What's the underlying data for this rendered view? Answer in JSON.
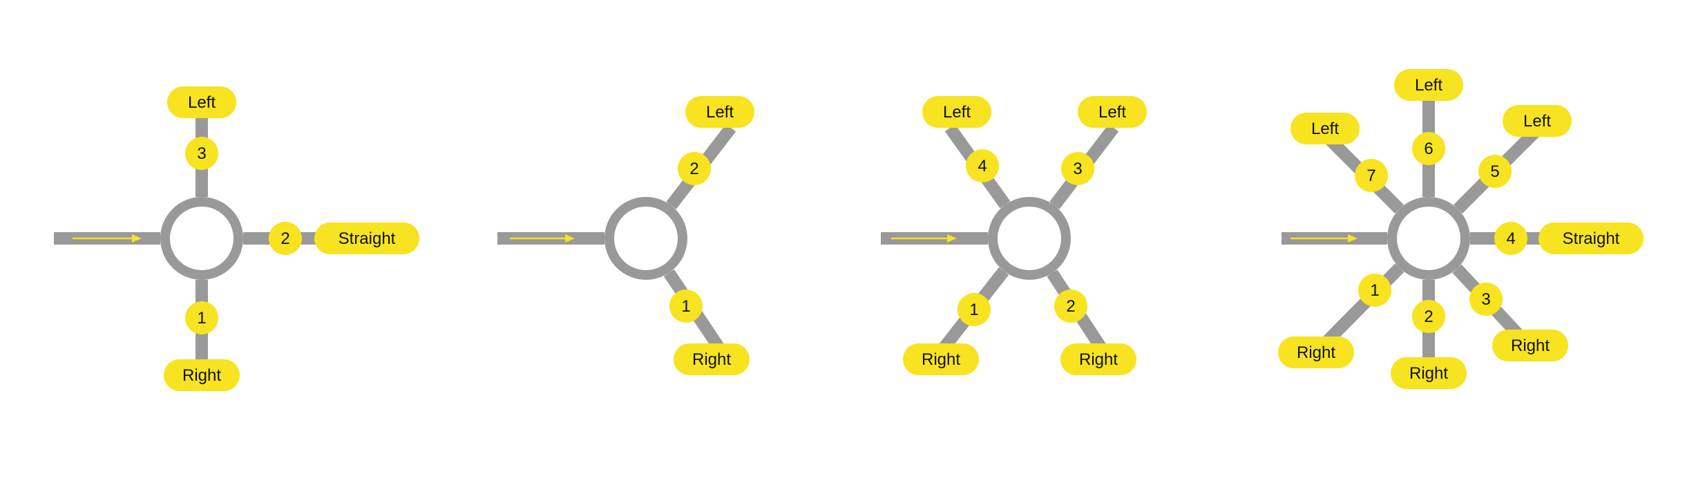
{
  "colors": {
    "road": "#999999",
    "marker": "#f7e31f",
    "text": "#111111",
    "background": "#ffffff"
  },
  "diagrams": [
    {
      "name": "roundabout-4-way",
      "exits": [
        {
          "number": "1",
          "label": "Right"
        },
        {
          "number": "2",
          "label": "Straight"
        },
        {
          "number": "3",
          "label": "Left"
        }
      ]
    },
    {
      "name": "roundabout-3-way",
      "exits": [
        {
          "number": "1",
          "label": "Right"
        },
        {
          "number": "2",
          "label": "Left"
        }
      ]
    },
    {
      "name": "roundabout-5-way",
      "exits": [
        {
          "number": "1",
          "label": "Right"
        },
        {
          "number": "2",
          "label": "Right"
        },
        {
          "number": "3",
          "label": "Left"
        },
        {
          "number": "4",
          "label": "Left"
        }
      ]
    },
    {
      "name": "roundabout-8-way",
      "exits": [
        {
          "number": "1",
          "label": "Right"
        },
        {
          "number": "2",
          "label": "Right"
        },
        {
          "number": "3",
          "label": "Right"
        },
        {
          "number": "4",
          "label": "Straight"
        },
        {
          "number": "5",
          "label": "Left"
        },
        {
          "number": "6",
          "label": "Left"
        },
        {
          "number": "7",
          "label": "Left"
        }
      ]
    }
  ]
}
